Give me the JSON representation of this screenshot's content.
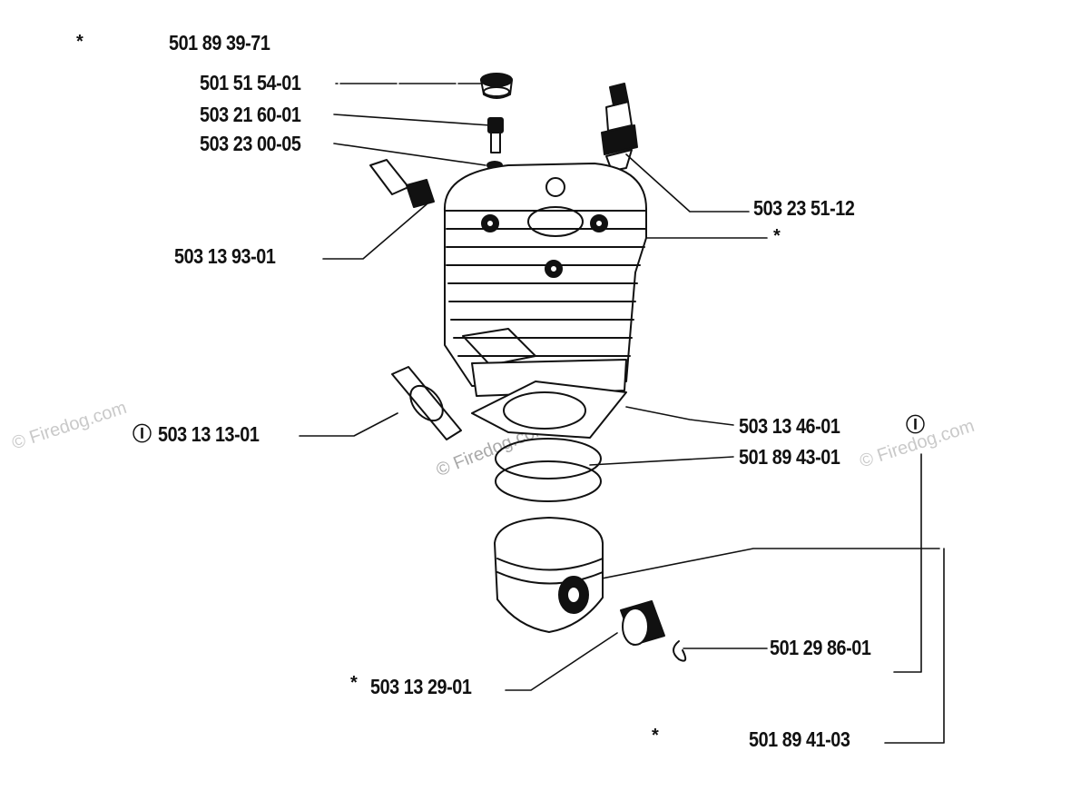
{
  "parts": {
    "kit_top": "501 89 39-71",
    "part_a": "501 51 54-01",
    "part_b": "503 21 60-01",
    "part_c": "503 23 00-05",
    "spark_plug": "503 23 51-12",
    "part_d": "503 13 93-01",
    "gasket_left": "503 13 13-01",
    "gasket_base": "503 13 46-01",
    "rings": "501 89 43-01",
    "circlip": "501 29 86-01",
    "bearing": "503 13 29-01",
    "kit_bottom": "501 89 41-03"
  },
  "symbols": {
    "asterisk": "*",
    "circled_one": "Ⓘ"
  },
  "watermarks": {
    "text": "© Firedog.com"
  },
  "colors": {
    "ink": "#111111",
    "watermark": "#c9c9c9"
  }
}
